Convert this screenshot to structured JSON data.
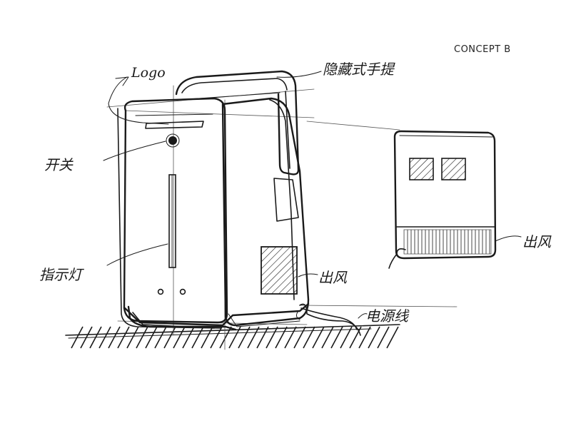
{
  "concept_label": "CONCEPT B",
  "annotations": {
    "logo": "Logo",
    "handle": "隐藏式手提",
    "switch": "开关",
    "indicator": "指示灯",
    "vent_side": "出风",
    "vent_back": "出风",
    "power_cord": "电源线"
  },
  "colors": {
    "ink": "#1a1a1a",
    "paper": "#ffffff"
  }
}
